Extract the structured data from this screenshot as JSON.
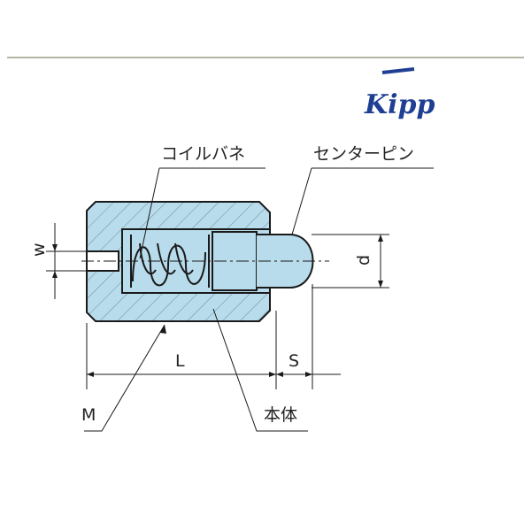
{
  "logo": {
    "text": "Kipp",
    "color": "#1f3f92"
  },
  "labels": {
    "coil_spring": "コイルバネ",
    "center_pin": "センターピン",
    "body": "本体",
    "thread": "M",
    "length": "L",
    "stroke": "S",
    "diameter": "d",
    "slot_width": "w"
  },
  "colors": {
    "fill": "#b8dcec",
    "outline": "#1a1a1a",
    "rule": "#8a8a72"
  }
}
